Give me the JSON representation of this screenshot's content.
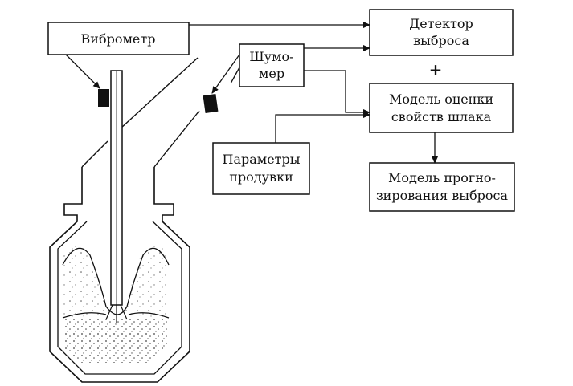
{
  "boxes": {
    "vibrometer": {
      "lines": [
        "Виброметр"
      ]
    },
    "noise_meter": {
      "lines": [
        "Шумо-",
        "мер"
      ]
    },
    "ejection_detector": {
      "lines": [
        "Детектор",
        "выброса"
      ]
    },
    "slag_model": {
      "lines": [
        "Модель оценки",
        "свойств шлака"
      ]
    },
    "blow_params": {
      "lines": [
        "Параметры",
        "продувки"
      ]
    },
    "forecast_model": {
      "lines": [
        "Модель прогно-",
        "зирования выброса"
      ]
    }
  },
  "plus_sign": "+",
  "colors": {
    "ink": "#111111",
    "background": "#ffffff"
  }
}
